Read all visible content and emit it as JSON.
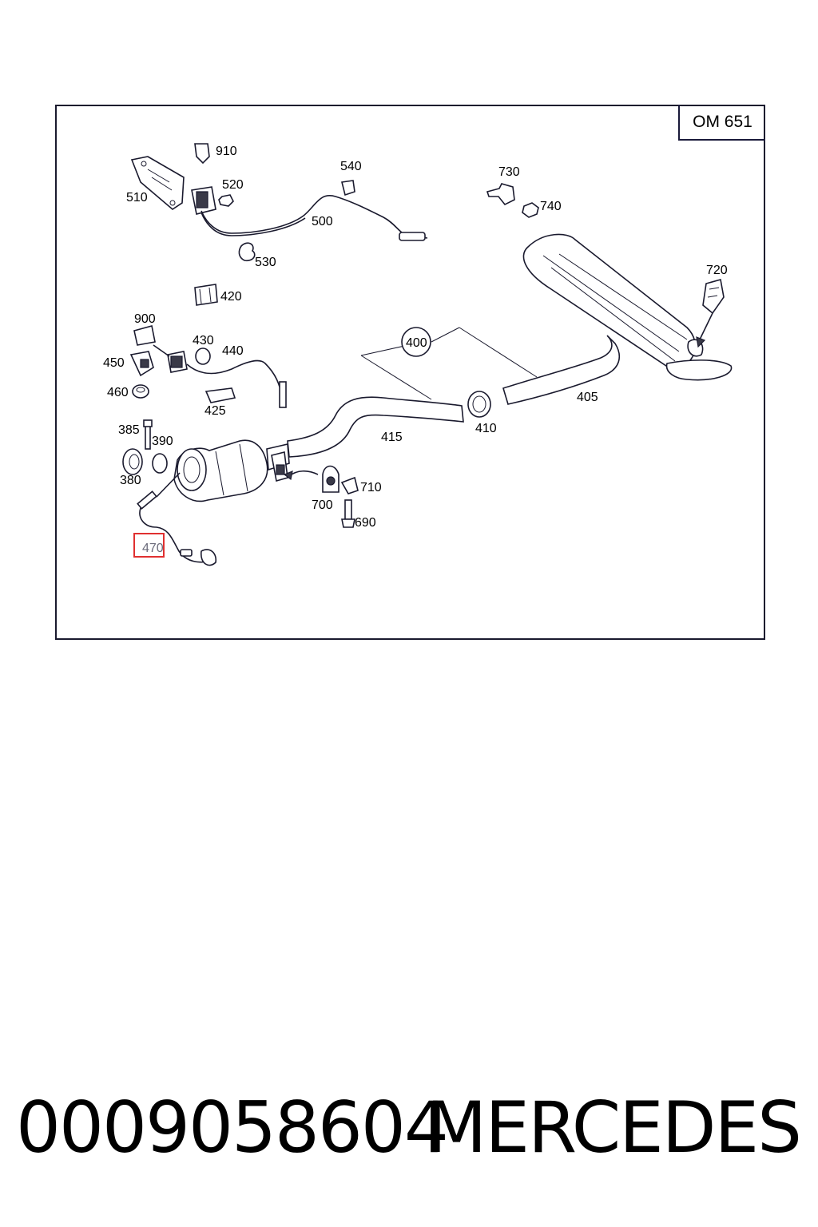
{
  "diagram": {
    "engine_code": "OM 651",
    "highlighted_label": "470",
    "labels": {
      "910": "910",
      "510": "510",
      "520": "520",
      "540": "540",
      "500": "500",
      "530": "530",
      "730": "730",
      "740": "740",
      "720": "720",
      "420": "420",
      "900": "900",
      "430": "430",
      "440": "440",
      "450": "450",
      "460": "460",
      "425": "425",
      "400": "400",
      "405": "405",
      "410": "410",
      "415": "415",
      "385": "385",
      "390": "390",
      "380": "380",
      "700": "700",
      "710": "710",
      "690": "690"
    }
  },
  "footer": {
    "part_number": "0009058604",
    "brand": "MERCEDES"
  }
}
